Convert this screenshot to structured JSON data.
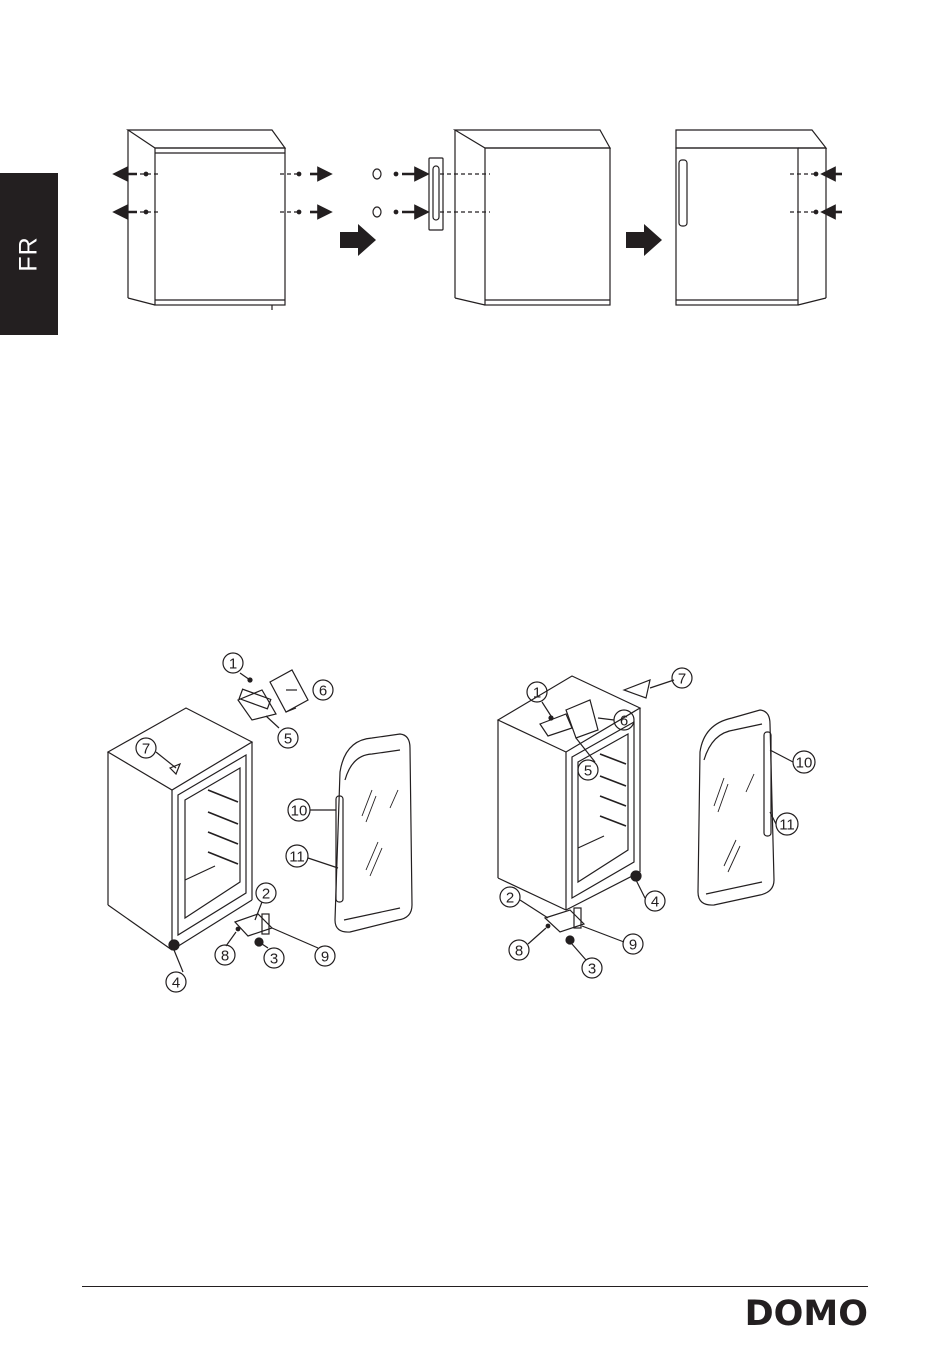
{
  "side_tab": {
    "language": "FR"
  },
  "brand": {
    "logo": "DOMO"
  },
  "diagram_part_numbers": [
    "1",
    "2",
    "3",
    "4",
    "5",
    "6",
    "7",
    "8",
    "9",
    "10",
    "11"
  ]
}
